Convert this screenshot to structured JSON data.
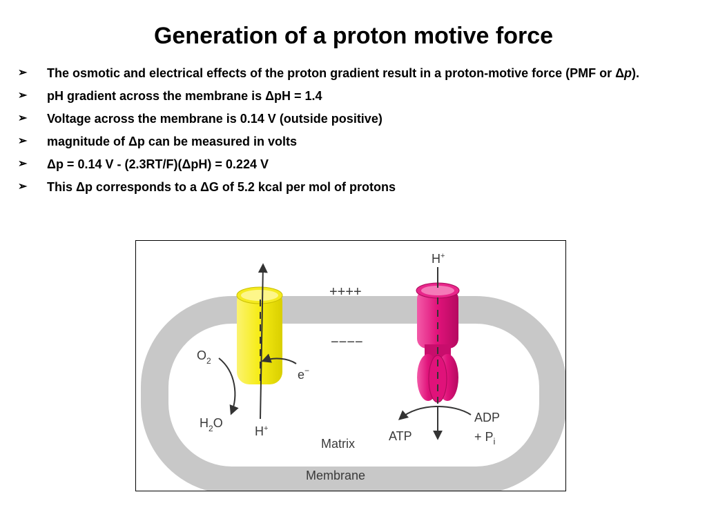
{
  "slide": {
    "title": "Generation of a proton motive force",
    "bullets": [
      {
        "parts": [
          "The osmotic and electrical effects of the proton gradient result in a proton-motive force (PMF or Δ",
          "p",
          ")."
        ]
      },
      {
        "text": "pH gradient across the membrane is ΔpH = 1.4"
      },
      {
        "text": "Voltage across the membrane is 0.14 V (outside positive)"
      },
      {
        "text": "magnitude of Δp can be measured in volts"
      },
      {
        "text": "Δp = 0.14 V - (2.3RT/F)(ΔpH) = 0.224 V"
      },
      {
        "text": "This Δp corresponds to a ΔG of 5.2 kcal per mol of protons"
      }
    ],
    "bullet_symbol": "➢"
  },
  "figure": {
    "charges_outside": "++++",
    "charges_inside": "−−−−",
    "o2": {
      "main": "O",
      "sub": "2"
    },
    "h2o": {
      "pre": "H",
      "sub": "2",
      "post": "O"
    },
    "electron": {
      "main": "e",
      "sup": "−"
    },
    "h_plus_left": {
      "main": "H",
      "sup": "+"
    },
    "h_plus_right": {
      "main": "H",
      "sup": "+"
    },
    "adp": "ADP",
    "pi": {
      "pre": "+ P",
      "sub": "i"
    },
    "atp": "ATP",
    "matrix": "Matrix",
    "membrane": "Membrane",
    "colors": {
      "membrane": "#c8c8c8",
      "electron_transport": "#f6ec14",
      "atp_synthase": "#e0127a",
      "arrow": "#333333"
    }
  }
}
